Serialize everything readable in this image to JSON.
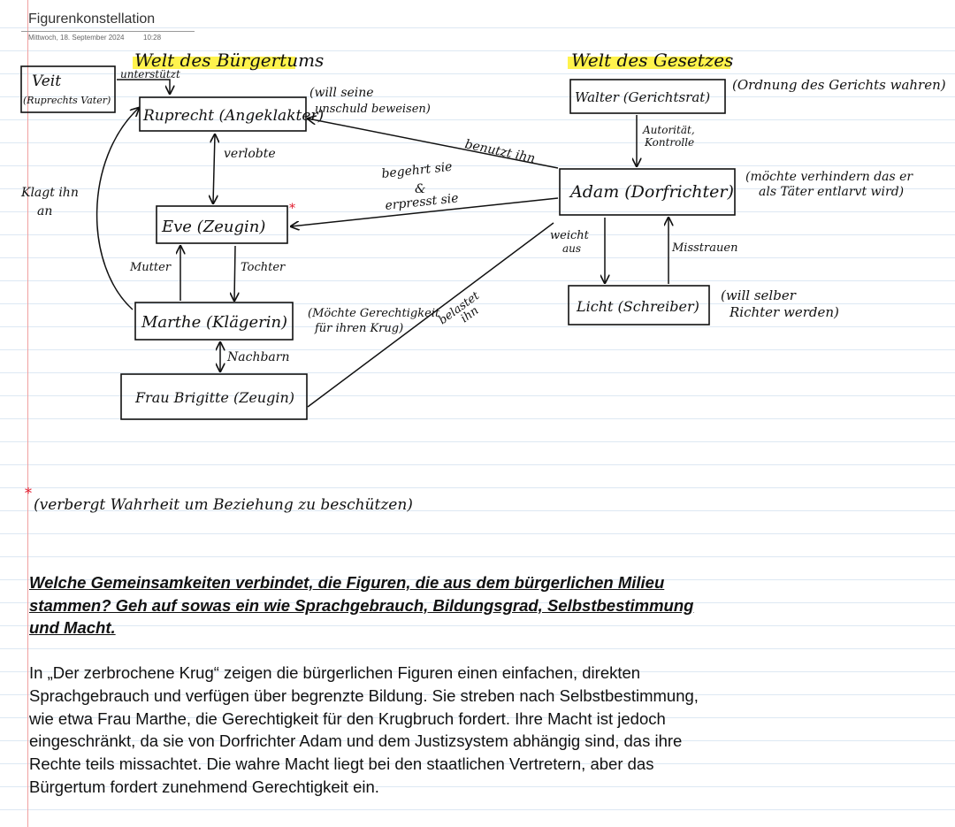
{
  "header": {
    "title": "Figurenkonstellation",
    "date": "Mittwoch, 18. September 2024",
    "time": "10:28"
  },
  "diagram": {
    "world_buergertum": "Welt des Bürgertums",
    "world_gesetz": "Welt des Gesetzes",
    "highlight_color": "#fff23a",
    "star_color": "#e0182a",
    "nodes": {
      "veit": {
        "line1": "Veit",
        "line2": "(Ruprechts Vater)"
      },
      "ruprecht": "Ruprecht (Angeklakter)",
      "eve": "Eve (Zeugin)",
      "marthe": "Marthe (Klägerin)",
      "brigitte": "Frau Brigitte (Zeugin)",
      "walter": "Walter (Gerichtsrat)",
      "adam": "Adam (Dorfrichter)",
      "licht": "Licht (Schreiber)"
    },
    "notes": {
      "ruprecht": [
        "(will seine",
        "unschuld beweisen)"
      ],
      "marthe": [
        "(Möchte Gerechtigkeit",
        "für ihren Krug)"
      ],
      "walter": [
        "(Ordnung des Gerichts wahren)"
      ],
      "adam": [
        "(möchte verhindern das er",
        "als Täter entlarvt wird)"
      ],
      "licht": [
        "(will selber",
        "Richter werden)"
      ]
    },
    "edges": {
      "unterstuetzt": "unterstützt",
      "verlobte": "verlobte",
      "klagt": [
        "Klagt ihn",
        "an"
      ],
      "mutter": "Mutter",
      "tochter": "Tochter",
      "nachbarn": "Nachbarn",
      "benutzt": "benutzt ihn",
      "begehrt": [
        "begehrt sie",
        "&",
        "erpresst sie"
      ],
      "autoritaet": [
        "Autorität,",
        "Kontrolle"
      ],
      "weicht": [
        "weicht",
        "aus"
      ],
      "misstrauen": "Misstrauen",
      "belastet": [
        "belastet",
        "ihn"
      ]
    },
    "star_note": "(verbergt Wahrheit um Beziehung zu beschützen)"
  },
  "question": "Welche Gemeinsamkeiten verbindet, die Figuren, die aus dem bürgerlichen Milieu stammen? Geh auf sowas ein wie Sprachgebrauch, Bildungsgrad, Selbstbestimmung und Macht.",
  "answer": "In „Der zerbrochene Krug“ zeigen die bürgerlichen Figuren einen einfachen, direkten Sprachgebrauch und verfügen über begrenzte Bildung. Sie streben nach Selbstbestimmung, wie etwa Frau Marthe, die Gerechtigkeit für den Krugbruch fordert. Ihre Macht ist jedoch eingeschränkt, da sie von Dorfrichter Adam und dem Justizsystem abhängig sind, das ihre Rechte teils missachtet. Die wahre Macht liegt bei den staatlichen Vertretern, aber das Bürgertum fordert zunehmend Gerechtigkeit ein."
}
